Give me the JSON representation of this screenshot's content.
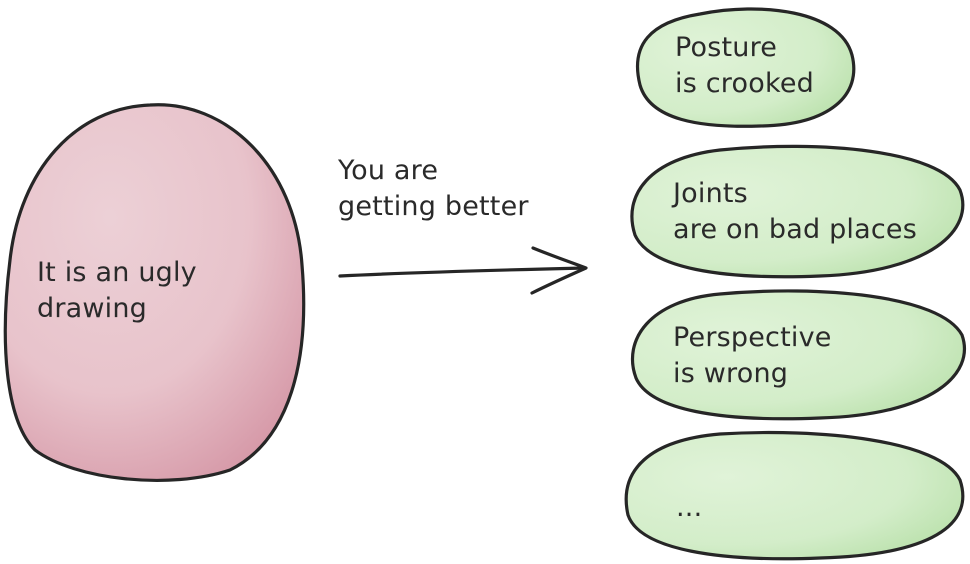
{
  "left_blob": {
    "lines": [
      "It is an ugly",
      "drawing"
    ],
    "fill": "#e8c3cb",
    "shade": "#d79aa8"
  },
  "arrow": {
    "lines": [
      "You are",
      "getting better"
    ]
  },
  "right_blobs": [
    {
      "lines": [
        "Posture",
        "is crooked"
      ]
    },
    {
      "lines": [
        "Joints",
        "are on bad places"
      ]
    },
    {
      "lines": [
        "Perspective",
        "is wrong"
      ]
    },
    {
      "lines": [
        "..."
      ]
    }
  ],
  "colors": {
    "green_fill": "#d6efcd",
    "green_shade": "#b7e0a8",
    "outline": "#262626"
  }
}
